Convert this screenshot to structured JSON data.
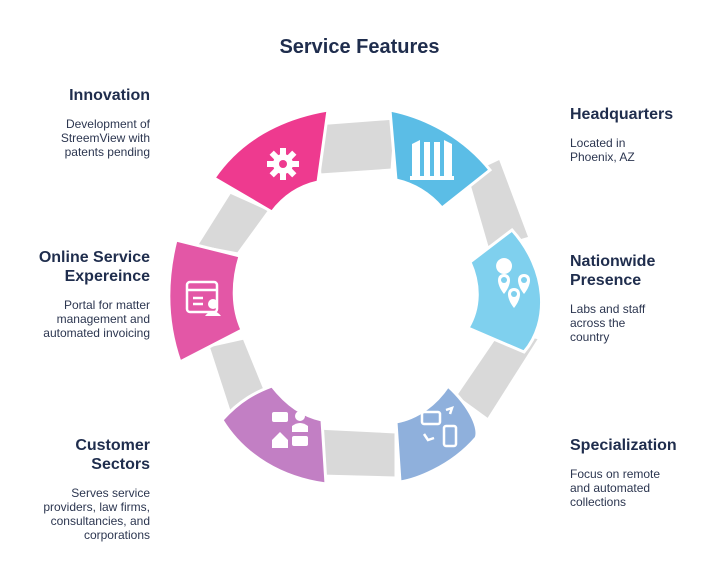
{
  "title": "Service Features",
  "colors": {
    "connector": "#d9d9d9",
    "innovation": "#ee3a8f",
    "headquarters": "#5bbde6",
    "presence": "#7fd0ee",
    "specialization": "#8fb0dc",
    "sectors": "#c27fc4",
    "online": "#e357a6",
    "text": "#1f2d4d"
  },
  "features": [
    {
      "id": "innovation",
      "heading": "Innovation",
      "description": "Development of StreemView with patents pending",
      "icon": "gear-icon"
    },
    {
      "id": "headquarters",
      "heading": "Headquarters",
      "description": "Located in Phoenix, AZ",
      "icon": "building-icon"
    },
    {
      "id": "presence",
      "heading": "Nationwide Presence",
      "description": "Labs and staff across the country",
      "icon": "map-pins-icon"
    },
    {
      "id": "specialization",
      "heading": "Specialization",
      "description": "Focus on remote and automated collections",
      "icon": "devices-sync-icon"
    },
    {
      "id": "sectors",
      "heading": "Customer Sectors",
      "description": "Serves service providers, law firms, consultancies, and corporations",
      "icon": "people-chat-icon"
    },
    {
      "id": "online",
      "heading": "Online Service Expereince",
      "description": "Portal for matter management and automated invoicing",
      "icon": "web-portal-icon"
    }
  ]
}
